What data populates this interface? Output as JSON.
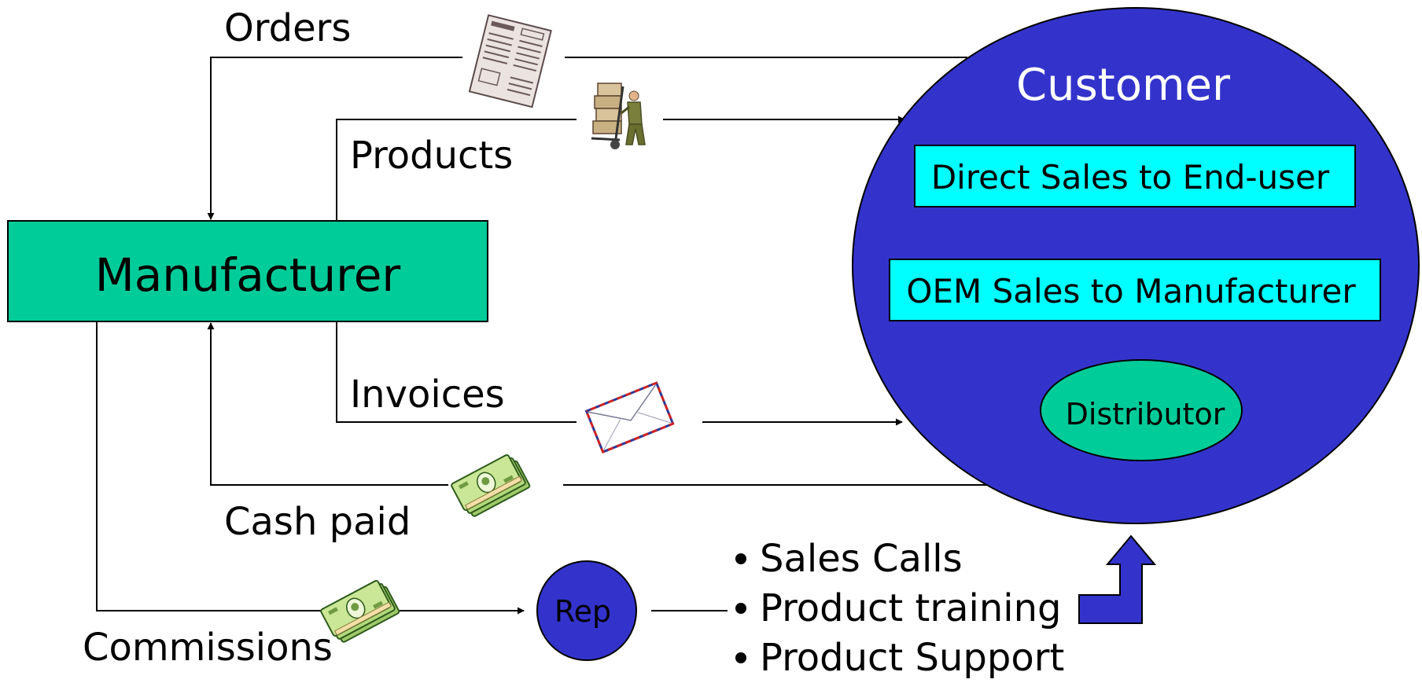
{
  "manufacturer": {
    "label": "Manufacturer",
    "fill": "#00CC99"
  },
  "customer": {
    "title": "Customer",
    "fill": "#3333CC",
    "boxes": [
      {
        "label": "Direct Sales to End-user",
        "fill": "#00FFFF"
      },
      {
        "label": "OEM Sales to Manufacturer",
        "fill": "#00FFFF"
      }
    ],
    "distributor": {
      "label": "Distributor",
      "fill": "#00CC99"
    }
  },
  "flows": {
    "orders": "Orders",
    "products": "Products",
    "invoices": "Invoices",
    "cash_paid": "Cash paid",
    "commissions": "Commissions"
  },
  "rep": {
    "label": "Rep",
    "fill": "#3333CC"
  },
  "rep_activities": [
    "Sales Calls",
    "Product training",
    "Product Support"
  ],
  "icons": {
    "orders": "order-form-icon",
    "products": "delivery-worker-handcart-icon",
    "invoices": "airmail-envelope-icon",
    "cash_paid": "cash-stack-icon",
    "commissions": "cash-stack-icon"
  },
  "arrow_color": "#3333CC"
}
